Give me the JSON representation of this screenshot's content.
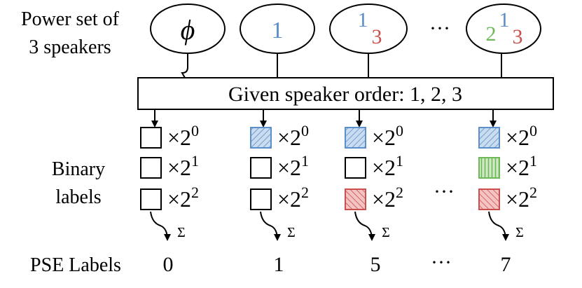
{
  "diagram": {
    "row_labels": {
      "power_set": [
        "Power set of",
        "3 speakers"
      ],
      "binary": [
        "Binary",
        "labels"
      ],
      "pse": "PSE Labels"
    },
    "order_box": "Given speaker order: 1, 2, 3",
    "ellipsis": "···",
    "sum_symbol": "Σ",
    "multiplier": "×2",
    "exponents": [
      "0",
      "1",
      "2"
    ],
    "colors": {
      "speaker_1": "#5b8fc9",
      "speaker_2": "#6fb85a",
      "speaker_3": "#c9504f",
      "fill_1": "#c9dcf0",
      "fill_2": "#cfe9c4",
      "fill_3": "#f3c4c2",
      "stroke": "#000000"
    },
    "subsets": [
      {
        "id": "empty",
        "label": "ϕ",
        "speakers": [],
        "bits": [
          0,
          0,
          0
        ],
        "pse": "0"
      },
      {
        "id": "s1",
        "speakers": [
          "1"
        ],
        "bits": [
          1,
          0,
          0
        ],
        "pse": "1"
      },
      {
        "id": "s13",
        "speakers": [
          "1",
          "3"
        ],
        "bits": [
          1,
          0,
          1
        ],
        "pse": "5"
      },
      {
        "id": "s123",
        "speakers": [
          "2",
          "1",
          "3"
        ],
        "bits": [
          1,
          1,
          1
        ],
        "pse": "7"
      }
    ]
  }
}
